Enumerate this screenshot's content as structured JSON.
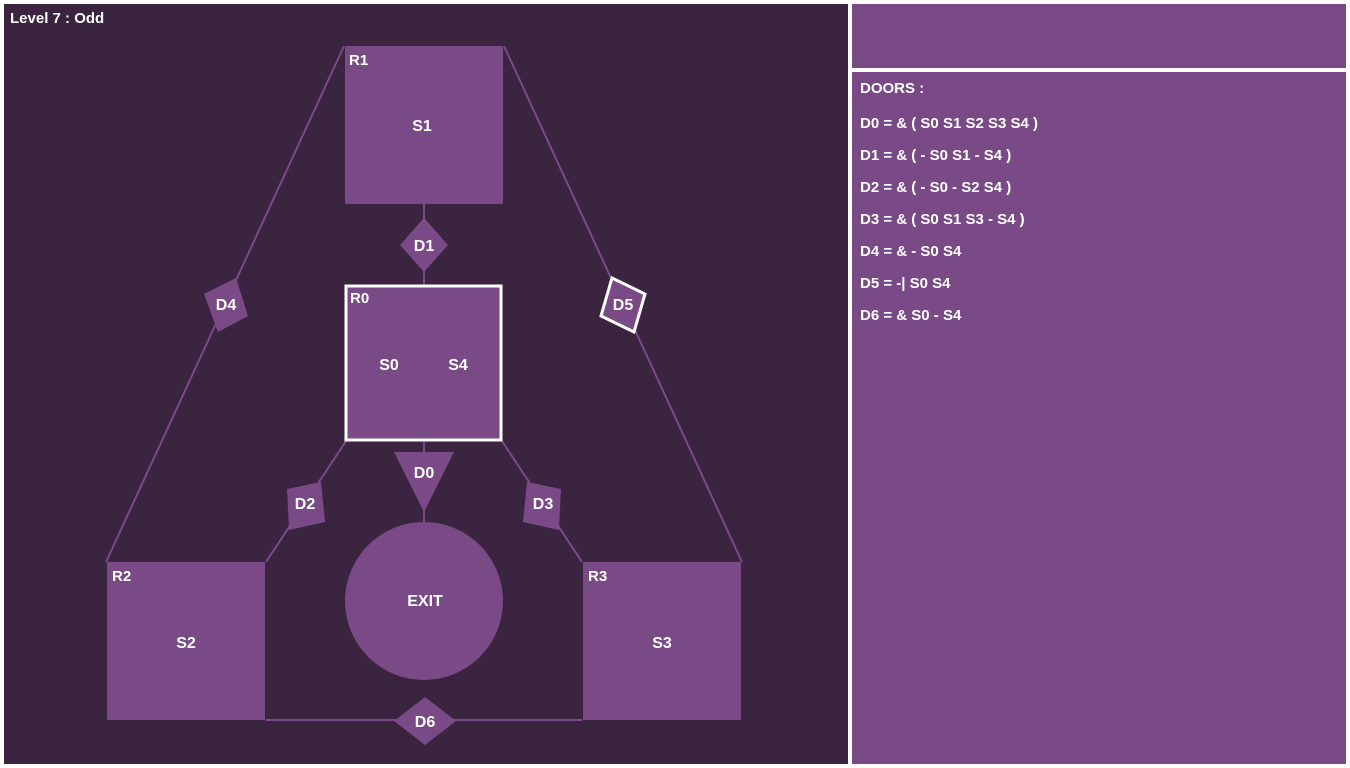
{
  "level": {
    "title": "Level 7 : Odd"
  },
  "rooms": [
    {
      "name": "R1",
      "switches": [
        "S1"
      ],
      "selected": false
    },
    {
      "name": "R0",
      "switches": [
        "S0",
        "S4"
      ],
      "selected": true
    },
    {
      "name": "R2",
      "switches": [
        "S2"
      ],
      "selected": false
    },
    {
      "name": "R3",
      "switches": [
        "S3"
      ],
      "selected": false
    }
  ],
  "exit": {
    "label": "EXIT"
  },
  "doors": [
    {
      "name": "D0",
      "shape": "triangle",
      "selected": false
    },
    {
      "name": "D1",
      "shape": "diamond",
      "selected": false
    },
    {
      "name": "D2",
      "shape": "square",
      "selected": false
    },
    {
      "name": "D3",
      "shape": "square",
      "selected": false
    },
    {
      "name": "D4",
      "shape": "diamond",
      "selected": false
    },
    {
      "name": "D5",
      "shape": "square",
      "selected": true
    },
    {
      "name": "D6",
      "shape": "diamond",
      "selected": false
    }
  ],
  "panel": {
    "doors_title": "DOORS :",
    "door_rules": [
      "D0 = & ( S0 S1 S2 S3 S4 )",
      "D1 = & ( - S0 S1 - S4 )",
      "D2 = & ( - S0 - S2 S4 )",
      "D3 = & ( S0 S1 S3 - S4 )",
      "D4 = & - S0 S4",
      "D5 = -| S0 S4",
      "D6 = & S0 - S4"
    ]
  },
  "colors": {
    "background": "#3b2440",
    "room": "#7a4a87",
    "line": "#7a4a87",
    "highlight": "#ffffff",
    "text": "#ffffff"
  }
}
